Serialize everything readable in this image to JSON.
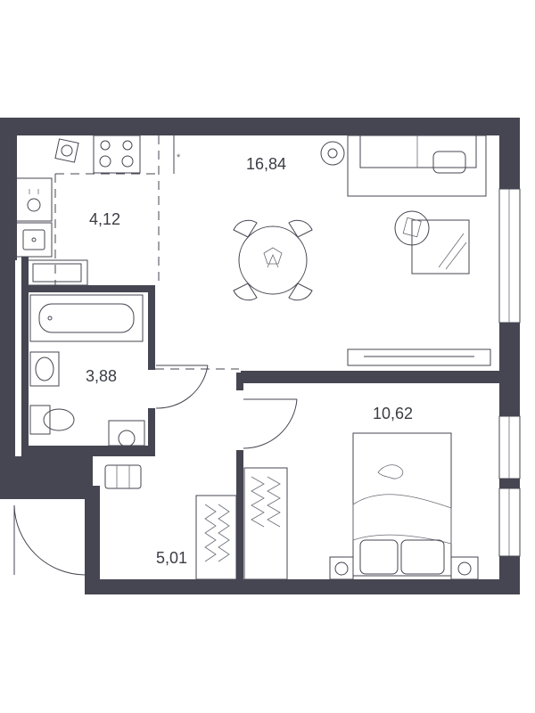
{
  "floor_plan": {
    "rooms": [
      {
        "id": "living",
        "area": "16,84"
      },
      {
        "id": "kitchen",
        "area": "4,12"
      },
      {
        "id": "bathroom",
        "area": "3,88"
      },
      {
        "id": "bedroom",
        "area": "10,62"
      },
      {
        "id": "hallway",
        "area": "5,01"
      }
    ],
    "colors": {
      "wall": "#454651",
      "line": "#454651",
      "background": "#ffffff"
    }
  }
}
